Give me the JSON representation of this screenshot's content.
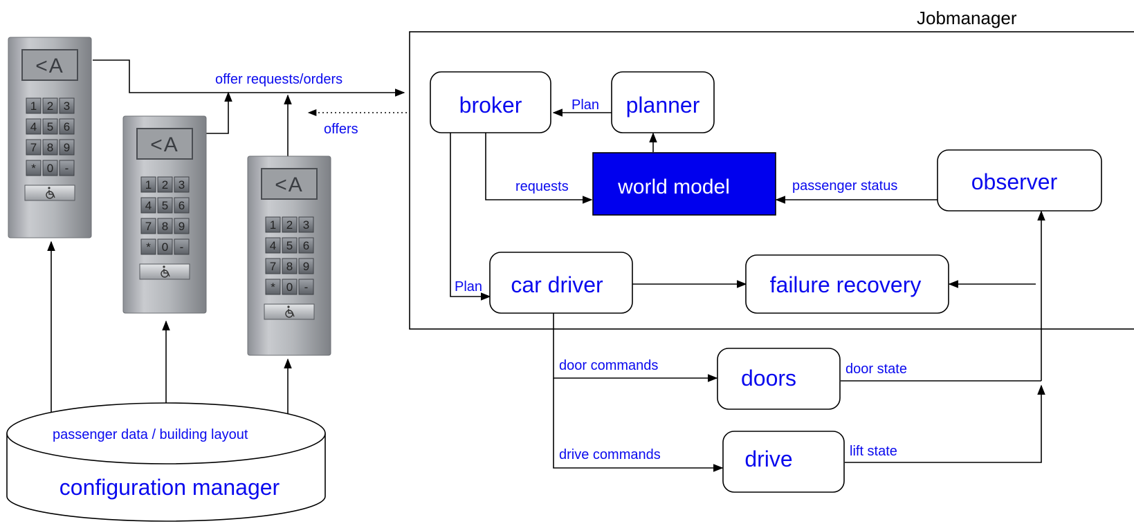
{
  "title": "Jobmanager",
  "colors": {
    "text": "#0a0aee",
    "world_model_fill": "#0000ee",
    "world_model_text": "#ffffff",
    "line": "#000000"
  },
  "components": {
    "broker": "broker",
    "planner": "planner",
    "world_model": "world model",
    "observer": "observer",
    "car_driver": "car driver",
    "failure_recovery": "failure recovery",
    "doors": "doors",
    "drive": "drive",
    "configuration_manager": "configuration manager"
  },
  "labels": {
    "offer_requests": "offer requests/orders",
    "offers": "offers",
    "plan_top": "Plan",
    "plan_left": "Plan",
    "requests": "requests",
    "passenger_status": "passenger status",
    "door_commands": "door commands",
    "drive_commands": "drive commands",
    "door_state": "door state",
    "lift_state": "lift state",
    "passenger_data": "passenger data / building layout"
  },
  "terminal": {
    "display": "<A",
    "keys": [
      "1",
      "2",
      "3",
      "4",
      "5",
      "6",
      "7",
      "8",
      "9",
      "*",
      "0",
      "-"
    ],
    "accessibility_icon": "wheelchair-icon"
  }
}
